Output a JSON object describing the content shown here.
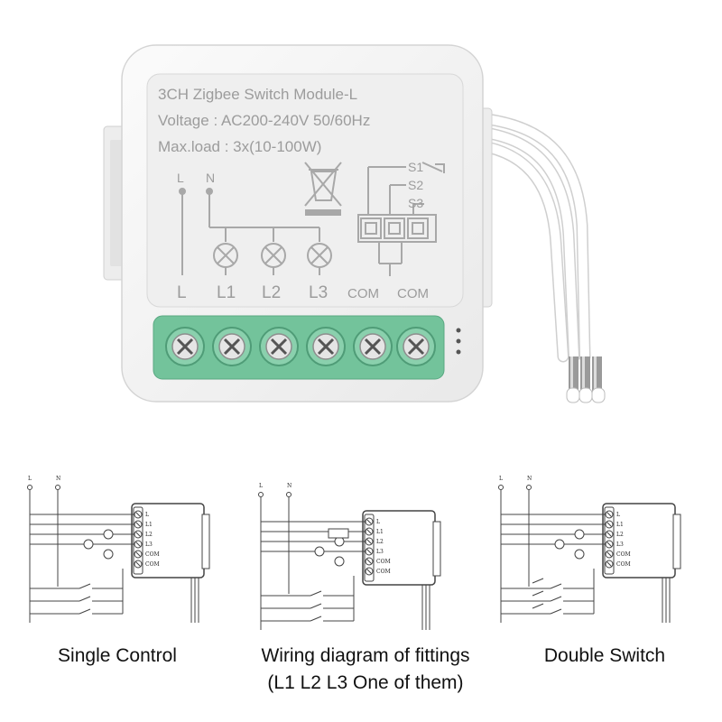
{
  "module": {
    "title": "3CH Zigbee Switch Module-L",
    "voltage": "Voltage : AC200-240V 50/60Hz",
    "max_load": "Max.load : 3x(10-100W)",
    "label_L_top": "L",
    "label_N_top": "N",
    "label_L_bottom": "L",
    "label_L1": "L1",
    "label_L2": "L2",
    "label_L3": "L3",
    "label_com1": "COM",
    "label_com2": "COM",
    "label_S1": "S1",
    "label_S2": "S2",
    "label_S3": "S3",
    "terminal_color": "#7fc7a2",
    "body_color": "#f4f4f4"
  },
  "diagrams": [
    {
      "caption": "Single Control",
      "caption_line2": "",
      "L": "L",
      "N": "N",
      "pins": [
        "L",
        "L1",
        "L2",
        "L3",
        "COM",
        "COM"
      ]
    },
    {
      "caption": "Wiring diagram of fittings",
      "caption_line2": "(L1 L2 L3 One of them)",
      "L": "L",
      "N": "N",
      "pins": [
        "L",
        "L1",
        "L2",
        "L3",
        "COM",
        "COM"
      ]
    },
    {
      "caption": "Double Switch",
      "caption_line2": "",
      "L": "L",
      "N": "N",
      "pins": [
        "L",
        "L1",
        "L2",
        "L3",
        "COM",
        "COM"
      ]
    }
  ]
}
